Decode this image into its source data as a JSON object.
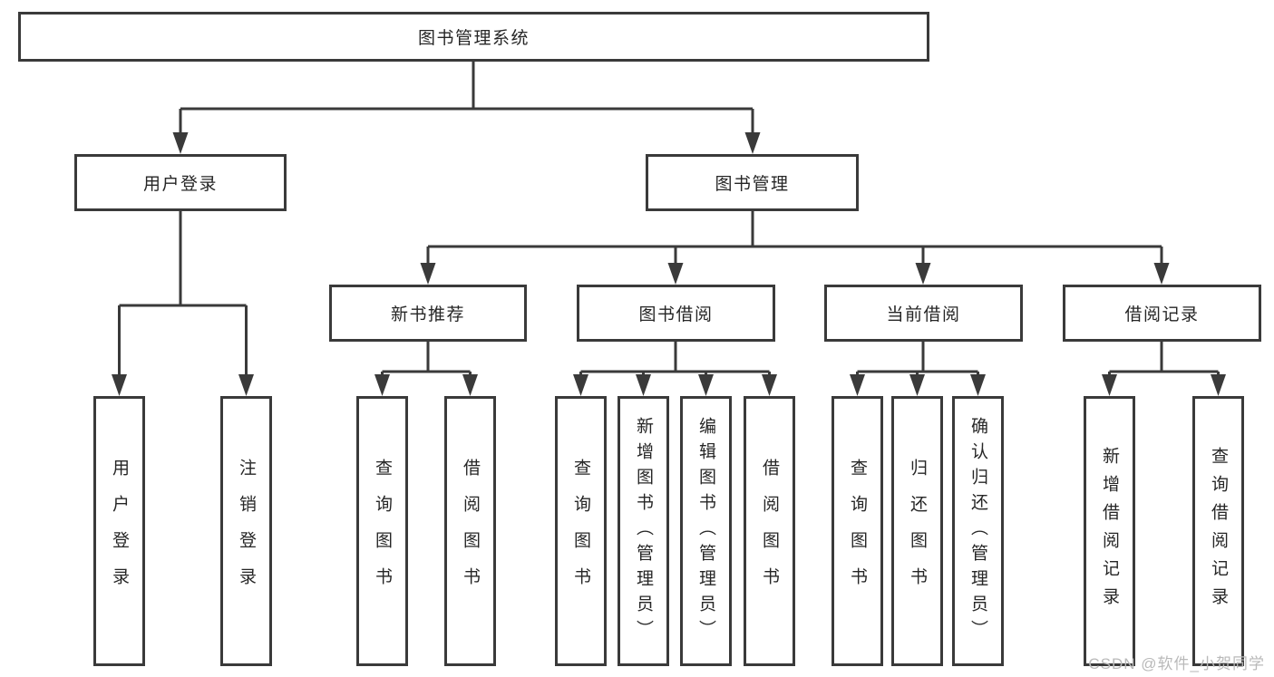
{
  "tree": {
    "label": "图书管理系统",
    "children": [
      {
        "label": "用户登录",
        "children": [
          {
            "label": "用户登录"
          },
          {
            "label": "注销登录"
          }
        ]
      },
      {
        "label": "图书管理",
        "children": [
          {
            "label": "新书推荐",
            "children": [
              {
                "label": "查询图书"
              },
              {
                "label": "借阅图书"
              }
            ]
          },
          {
            "label": "图书借阅",
            "children": [
              {
                "label": "查询图书"
              },
              {
                "label": "新增图书（管理员）"
              },
              {
                "label": "编辑图书（管理员）"
              },
              {
                "label": "借阅图书"
              }
            ]
          },
          {
            "label": "当前借阅",
            "children": [
              {
                "label": "查询图书"
              },
              {
                "label": "归还图书"
              },
              {
                "label": "确认归还（管理员）"
              }
            ]
          },
          {
            "label": "借阅记录",
            "children": [
              {
                "label": "新增借阅记录"
              },
              {
                "label": "查询借阅记录"
              }
            ]
          }
        ]
      }
    ]
  },
  "watermark": {
    "text": "CSDN @软件_小贺同学"
  },
  "colors": {
    "line": "#3a3a3a",
    "border": "#3a3a3a",
    "text": "#262626",
    "watermark": "#b9b9b9",
    "background": "#ffffff"
  }
}
